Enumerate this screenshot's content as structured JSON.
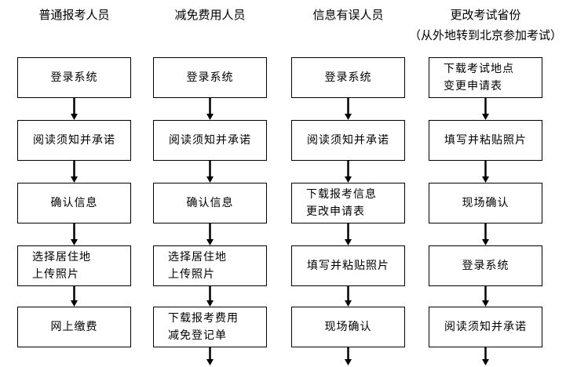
{
  "colors": {
    "line": "#000000",
    "background": "#ffffff"
  },
  "columns": [
    {
      "title": "普通报考人员",
      "subtitle": "",
      "steps": [
        "登录系统",
        "阅读须知并承诺",
        "确认信息",
        "选择居住地\n上传照片",
        "网上缴费"
      ],
      "trailing_arrow": false
    },
    {
      "title": "减免费用人员",
      "subtitle": "",
      "steps": [
        "登录系统",
        "阅读须知并承诺",
        "确认信息",
        "选择居住地\n上传照片",
        "下载报考费用\n减免登记单"
      ],
      "trailing_arrow": true
    },
    {
      "title": "信息有误人员",
      "subtitle": "",
      "steps": [
        "登录系统",
        "阅读须知并承诺",
        "下载报考信息\n更改申请表",
        "填写并粘贴照片",
        "现场确认"
      ],
      "trailing_arrow": true
    },
    {
      "title": "更改考试省份",
      "subtitle": "（从外地转到北京参加考试）",
      "steps": [
        "下载考试地点\n变更申请表",
        "填写并粘贴照片",
        "现场确认",
        "登录系统",
        "阅读须知并承诺"
      ],
      "trailing_arrow": true
    }
  ]
}
